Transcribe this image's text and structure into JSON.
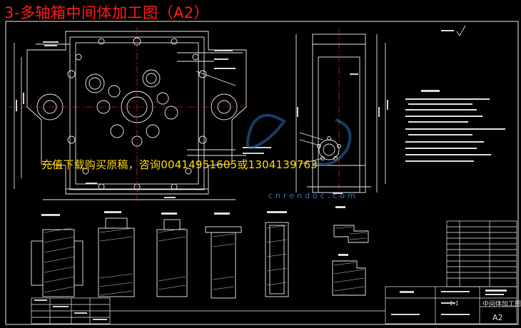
{
  "title": "3-多轴箱中间体加工图（A2）",
  "watermark": {
    "text": "充值下载购买原稿，咨询00414951605或1304139763",
    "url": "cnrendoc.com"
  },
  "titleblock": {
    "scale": "1:1",
    "paper": "A2",
    "part_name": "中间体加工图"
  },
  "colors": {
    "title": "#ff1a1a",
    "watermark": "#ffd400",
    "lines": "#e6e6e6",
    "centerline": "#ff3030",
    "hatch": "#d0d0d0",
    "background": "#000000"
  }
}
